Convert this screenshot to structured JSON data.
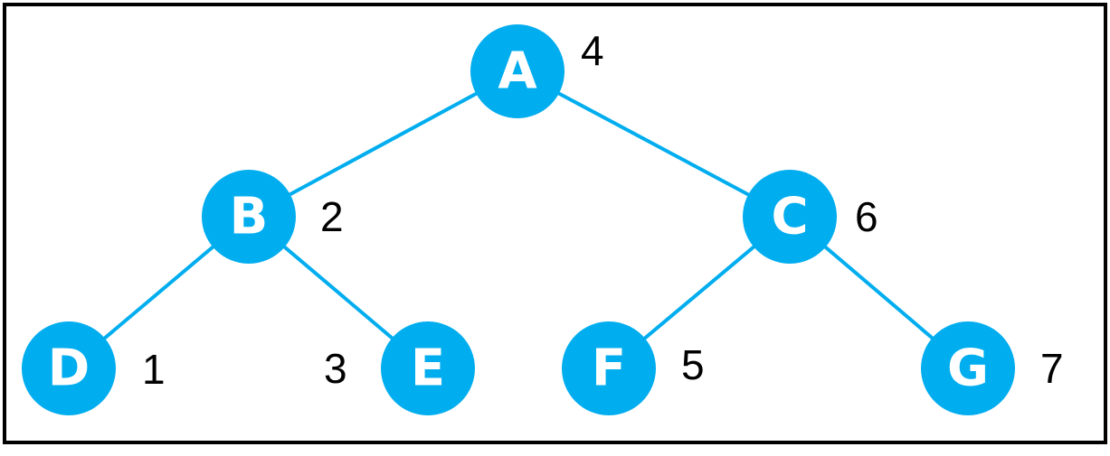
{
  "colors": {
    "node_fill": "#00adef",
    "edge_stroke": "#00adef",
    "label_text": "#ffffff",
    "order_text": "#000000",
    "frame": "#000000"
  },
  "nodes": [
    {
      "id": "A",
      "label": "A",
      "order": "4"
    },
    {
      "id": "B",
      "label": "B",
      "order": "2"
    },
    {
      "id": "C",
      "label": "C",
      "order": "6"
    },
    {
      "id": "D",
      "label": "D",
      "order": "1"
    },
    {
      "id": "E",
      "label": "E",
      "order": "3"
    },
    {
      "id": "F",
      "label": "F",
      "order": "5"
    },
    {
      "id": "G",
      "label": "G",
      "order": "7"
    }
  ],
  "edges": [
    {
      "from": "A",
      "to": "B"
    },
    {
      "from": "A",
      "to": "C"
    },
    {
      "from": "B",
      "to": "D"
    },
    {
      "from": "B",
      "to": "E"
    },
    {
      "from": "C",
      "to": "F"
    },
    {
      "from": "C",
      "to": "G"
    }
  ]
}
